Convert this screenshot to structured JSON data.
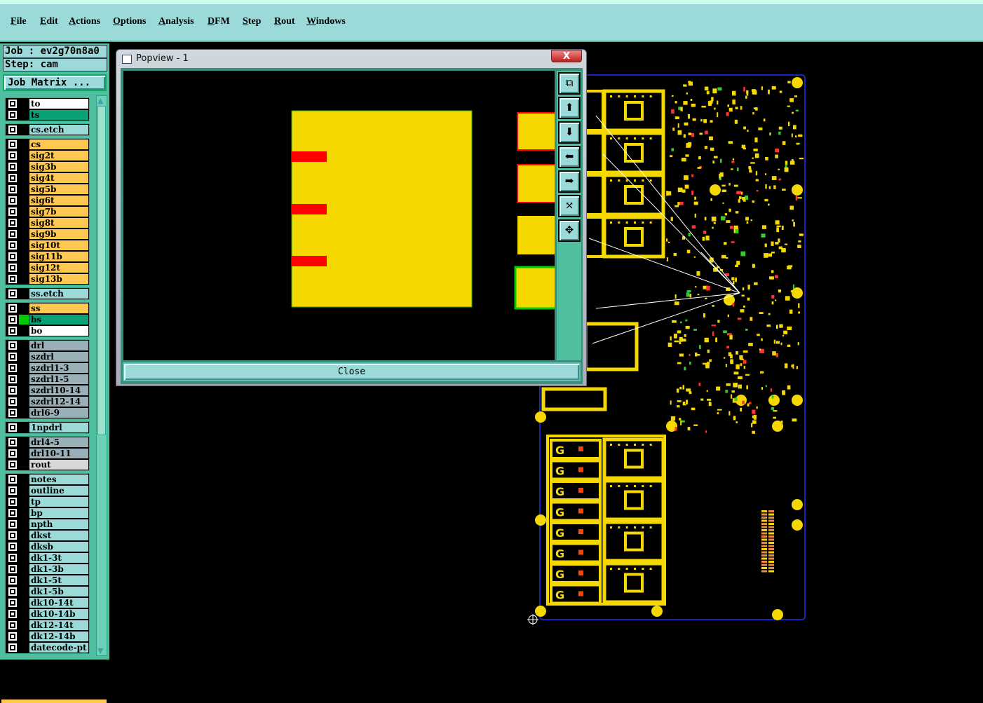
{
  "menu": [
    "File",
    "Edit",
    "Actions",
    "Options",
    "Analysis",
    "DFM",
    "Step",
    "Rout",
    "Windows"
  ],
  "job": {
    "job_label": "Job : ev2g70n8a0",
    "step_label": "Step: cam",
    "matrix_button": "Job Matrix ..."
  },
  "layers": [
    {
      "name": "to",
      "color": "#ffffff"
    },
    {
      "name": "ts",
      "color": "#0aa07a"
    },
    {
      "name": "cs.etch",
      "color": "#9cd9d9"
    },
    {
      "name": "cs",
      "color": "#ffc850"
    },
    {
      "name": "sig2t",
      "color": "#ffc850"
    },
    {
      "name": "sig3b",
      "color": "#ffc850"
    },
    {
      "name": "sig4t",
      "color": "#ffc850"
    },
    {
      "name": "sig5b",
      "color": "#ffc850"
    },
    {
      "name": "sig6t",
      "color": "#ffc850"
    },
    {
      "name": "sig7b",
      "color": "#ffc850"
    },
    {
      "name": "sig8t",
      "color": "#ffc850"
    },
    {
      "name": "sig9b",
      "color": "#ffc850"
    },
    {
      "name": "sig10t",
      "color": "#ffc850"
    },
    {
      "name": "sig11b",
      "color": "#ffc850"
    },
    {
      "name": "sig12t",
      "color": "#ffc850"
    },
    {
      "name": "sig13b",
      "color": "#ffc850"
    },
    {
      "name": "ss.etch",
      "color": "#9cd9d9"
    },
    {
      "name": "ss",
      "color": "#ffc850"
    },
    {
      "name": "bs",
      "color": "#0aa07a",
      "active": true
    },
    {
      "name": "bo",
      "color": "#ffffff"
    },
    {
      "name": "drl",
      "color": "#9ab0b8"
    },
    {
      "name": "szdrl",
      "color": "#9ab0b8"
    },
    {
      "name": "szdrl1-3",
      "color": "#9ab0b8"
    },
    {
      "name": "szdrl1-5",
      "color": "#9ab0b8"
    },
    {
      "name": "szdrl10-14",
      "color": "#9ab0b8"
    },
    {
      "name": "szdrl12-14",
      "color": "#9ab0b8"
    },
    {
      "name": "drl6-9",
      "color": "#9ab0b8"
    },
    {
      "name": "1npdrl",
      "color": "#9cd9d9"
    },
    {
      "name": "drl4-5",
      "color": "#9ab0b8"
    },
    {
      "name": "drl10-11",
      "color": "#9ab0b8"
    },
    {
      "name": "rout",
      "color": "#d8d8d8"
    },
    {
      "name": "notes",
      "color": "#9cd9d9"
    },
    {
      "name": "outline",
      "color": "#9cd9d9"
    },
    {
      "name": "tp",
      "color": "#9cd9d9"
    },
    {
      "name": "bp",
      "color": "#9cd9d9"
    },
    {
      "name": "npth",
      "color": "#9cd9d9"
    },
    {
      "name": "dkst",
      "color": "#9cd9d9"
    },
    {
      "name": "dksb",
      "color": "#9cd9d9"
    },
    {
      "name": "dk1-3t",
      "color": "#9cd9d9"
    },
    {
      "name": "dk1-3b",
      "color": "#9cd9d9"
    },
    {
      "name": "dk1-5t",
      "color": "#9cd9d9"
    },
    {
      "name": "dk1-5b",
      "color": "#9cd9d9"
    },
    {
      "name": "dk10-14t",
      "color": "#9cd9d9"
    },
    {
      "name": "dk10-14b",
      "color": "#9cd9d9"
    },
    {
      "name": "dk12-14t",
      "color": "#9cd9d9"
    },
    {
      "name": "dk12-14b",
      "color": "#9cd9d9"
    },
    {
      "name": "datecode-pt",
      "color": "#9cd9d9"
    }
  ],
  "popview": {
    "title": "Popview - 1",
    "close_x": "X",
    "close_button": "Close",
    "tools": [
      {
        "icon": "zoom-window-icon",
        "glyph": "⧉"
      },
      {
        "icon": "pan-up-icon",
        "glyph": "⬆"
      },
      {
        "icon": "pan-down-icon",
        "glyph": "⬇"
      },
      {
        "icon": "pan-left-icon",
        "glyph": "⬅"
      },
      {
        "icon": "pan-right-icon",
        "glyph": "➡"
      },
      {
        "icon": "zoom-in-icon",
        "glyph": "⤧"
      },
      {
        "icon": "zoom-out-icon",
        "glyph": "✥"
      }
    ]
  },
  "colors": {
    "copper": "#f5d800",
    "highlight": "#ff0000",
    "board_outline": "#2030ff",
    "selected": "#00c000"
  }
}
